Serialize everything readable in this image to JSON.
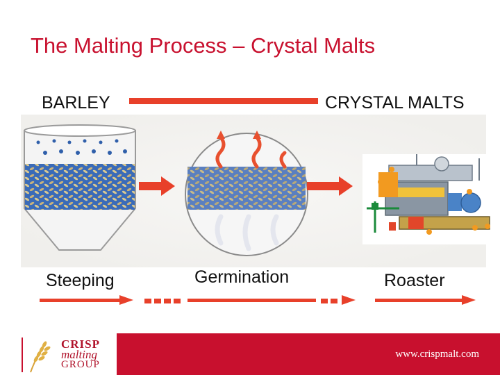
{
  "slide": {
    "title": "The Malting Process – Crystal Malts"
  },
  "top_flow": {
    "start_label": "BARLEY",
    "end_label": "CRYSTAL MALTS"
  },
  "stages": [
    {
      "label": "Steeping"
    },
    {
      "label": "Germination"
    },
    {
      "label": "Roaster"
    }
  ],
  "footer": {
    "logo_line1": "CRISP",
    "logo_line2": "malting",
    "logo_line3": "GROUP",
    "website": "www.crispmalt.com"
  },
  "colors": {
    "title_red": "#c8102e",
    "arrow_red": "#e8402a",
    "water_blue": "#3a6bb8",
    "grain_tan": "#c9b27a"
  }
}
